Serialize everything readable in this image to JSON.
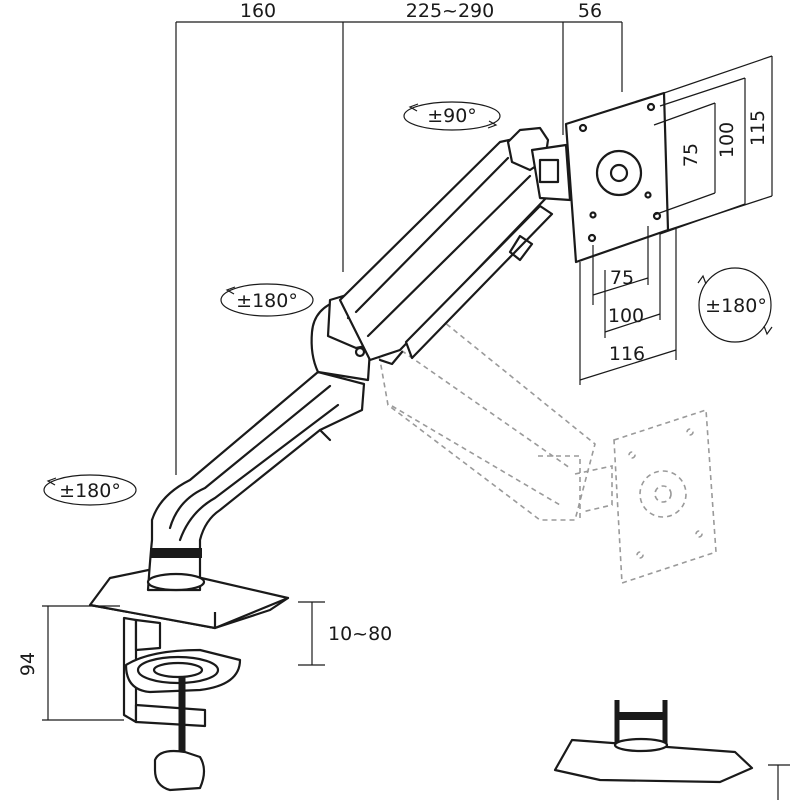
{
  "dimensions": {
    "top_clamp_to_pole": "160",
    "top_arm_reach": "225~290",
    "top_plate_depth": "56",
    "desk_thickness": "10~80",
    "clamp_height": "94"
  },
  "rotations": {
    "tilt": "±90°",
    "arm_swivel": "±180°",
    "base_swivel": "±180°",
    "plate_rotation": "±180°"
  },
  "vesa": {
    "horizontal_inner": "75",
    "horizontal_outer": "100",
    "horizontal_plate": "116",
    "vertical_inner": "75",
    "vertical_outer": "100",
    "vertical_plate": "115"
  },
  "colors": {
    "ink": "#1a1a1a",
    "ghost": "#9a9a9a",
    "background": "#ffffff"
  }
}
